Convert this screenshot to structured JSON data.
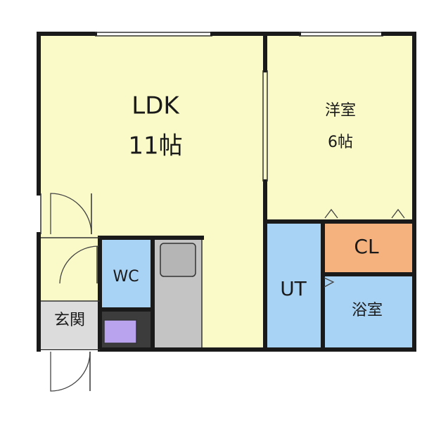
{
  "rooms": {
    "ldk": {
      "name": "LDK",
      "size": "11帖"
    },
    "western": {
      "name": "洋室",
      "size": "6帖"
    },
    "closet": {
      "name": "CL"
    },
    "toilet": {
      "name": "WC"
    },
    "utility": {
      "name": "UT"
    },
    "bath": {
      "name": "浴室"
    },
    "entrance": {
      "name": "玄関"
    }
  },
  "colors": {
    "living_fill": "#fafac8",
    "wet_fill": "#a9d3f5",
    "closet_fill": "#f6b27e",
    "entrance_fill": "#dcdcdc",
    "kitchen_fill": "#c4c4c4",
    "sink_fill": "#b9a3ee",
    "wall": "#1a1a1a"
  }
}
